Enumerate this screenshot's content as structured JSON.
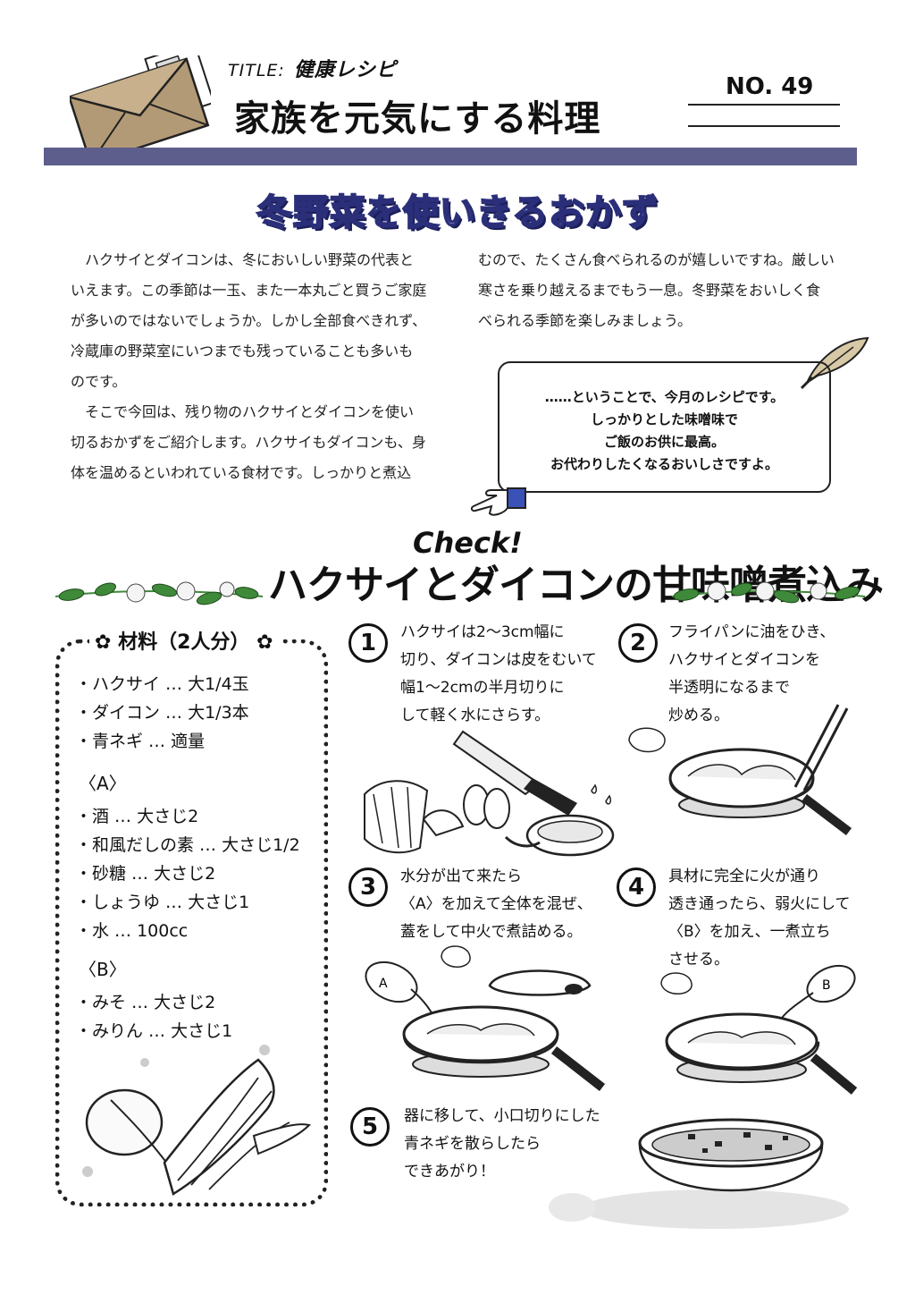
{
  "header": {
    "title_label": "TITLE:",
    "title_value": "健康レシピ",
    "main_title": "家族を元気にする料理",
    "issue_number": "NO. 49"
  },
  "section_title": "冬野菜を使いきるおかず",
  "intro": {
    "left": [
      "　ハクサイとダイコンは、冬においしい野菜の代表と",
      "いえます。この季節は一玉、また一本丸ごと買うご家庭",
      "が多いのではないでしょうか。しかし全部食べきれず、",
      "冷蔵庫の野菜室にいつまでも残っていることも多いも",
      "のです。",
      "　そこで今回は、残り物のハクサイとダイコンを使い",
      "切るおかずをご紹介します。ハクサイもダイコンも、身",
      "体を温めるといわれている食材です。しっかりと煮込"
    ],
    "right": [
      "むので、たくさん食べられるのが嬉しいですね。厳しい",
      "寒さを乗り越えるまでもう一息。冬野菜をおいしく食",
      "べられる季節を楽しみましょう。"
    ]
  },
  "callout": [
    "……ということで、今月のレシピです。",
    "しっかりとした味噌味で",
    "ご飯のお供に最高。",
    "お代わりしたくなるおいしさですよ。"
  ],
  "recipe": {
    "check_label": "Check!",
    "title": "ハクサイとダイコンの甘味噌煮込み"
  },
  "ingredients": {
    "heading": "材料（2人分）",
    "main": [
      "・ハクサイ … 大1/4玉",
      "・ダイコン … 大1/3本",
      "・青ネギ … 適量"
    ],
    "group_a_label": "〈A〉",
    "group_a": [
      "・酒 … 大さじ2",
      "・和風だしの素 … 大さじ1/2",
      "・砂糖 … 大さじ2",
      "・しょうゆ … 大さじ1",
      "・水 … 100cc"
    ],
    "group_b_label": "〈B〉",
    "group_b": [
      "・みそ … 大さじ2",
      "・みりん … 大さじ1"
    ]
  },
  "steps": [
    {
      "num": "1",
      "lines": [
        "ハクサイは2〜3cm幅に",
        "切り、ダイコンは皮をむいて",
        "幅1〜2cmの半月切りに",
        "して軽く水にさらす。"
      ]
    },
    {
      "num": "2",
      "lines": [
        "フライパンに油をひき、",
        "ハクサイとダイコンを",
        "半透明になるまで",
        "炒める。"
      ]
    },
    {
      "num": "3",
      "lines": [
        "水分が出て来たら",
        "〈A〉を加えて全体を混ぜ、",
        "蓋をして中火で煮詰める。"
      ]
    },
    {
      "num": "4",
      "lines": [
        "具材に完全に火が通り",
        "透き通ったら、弱火にして",
        "〈B〉を加え、一煮立ち",
        "させる。"
      ]
    },
    {
      "num": "5",
      "lines": [
        "器に移して、小口切りにした",
        "青ネギを散らしたら",
        "できあがり！"
      ]
    }
  ],
  "illustration_labels": {
    "bowl_a": "A",
    "bowl_b": "B"
  },
  "colors": {
    "header_bar": "#5e5e8c",
    "title_fill": "#a9b2e6",
    "title_outline": "#2b2f7a",
    "leaf_green": "#3f8a3a"
  }
}
